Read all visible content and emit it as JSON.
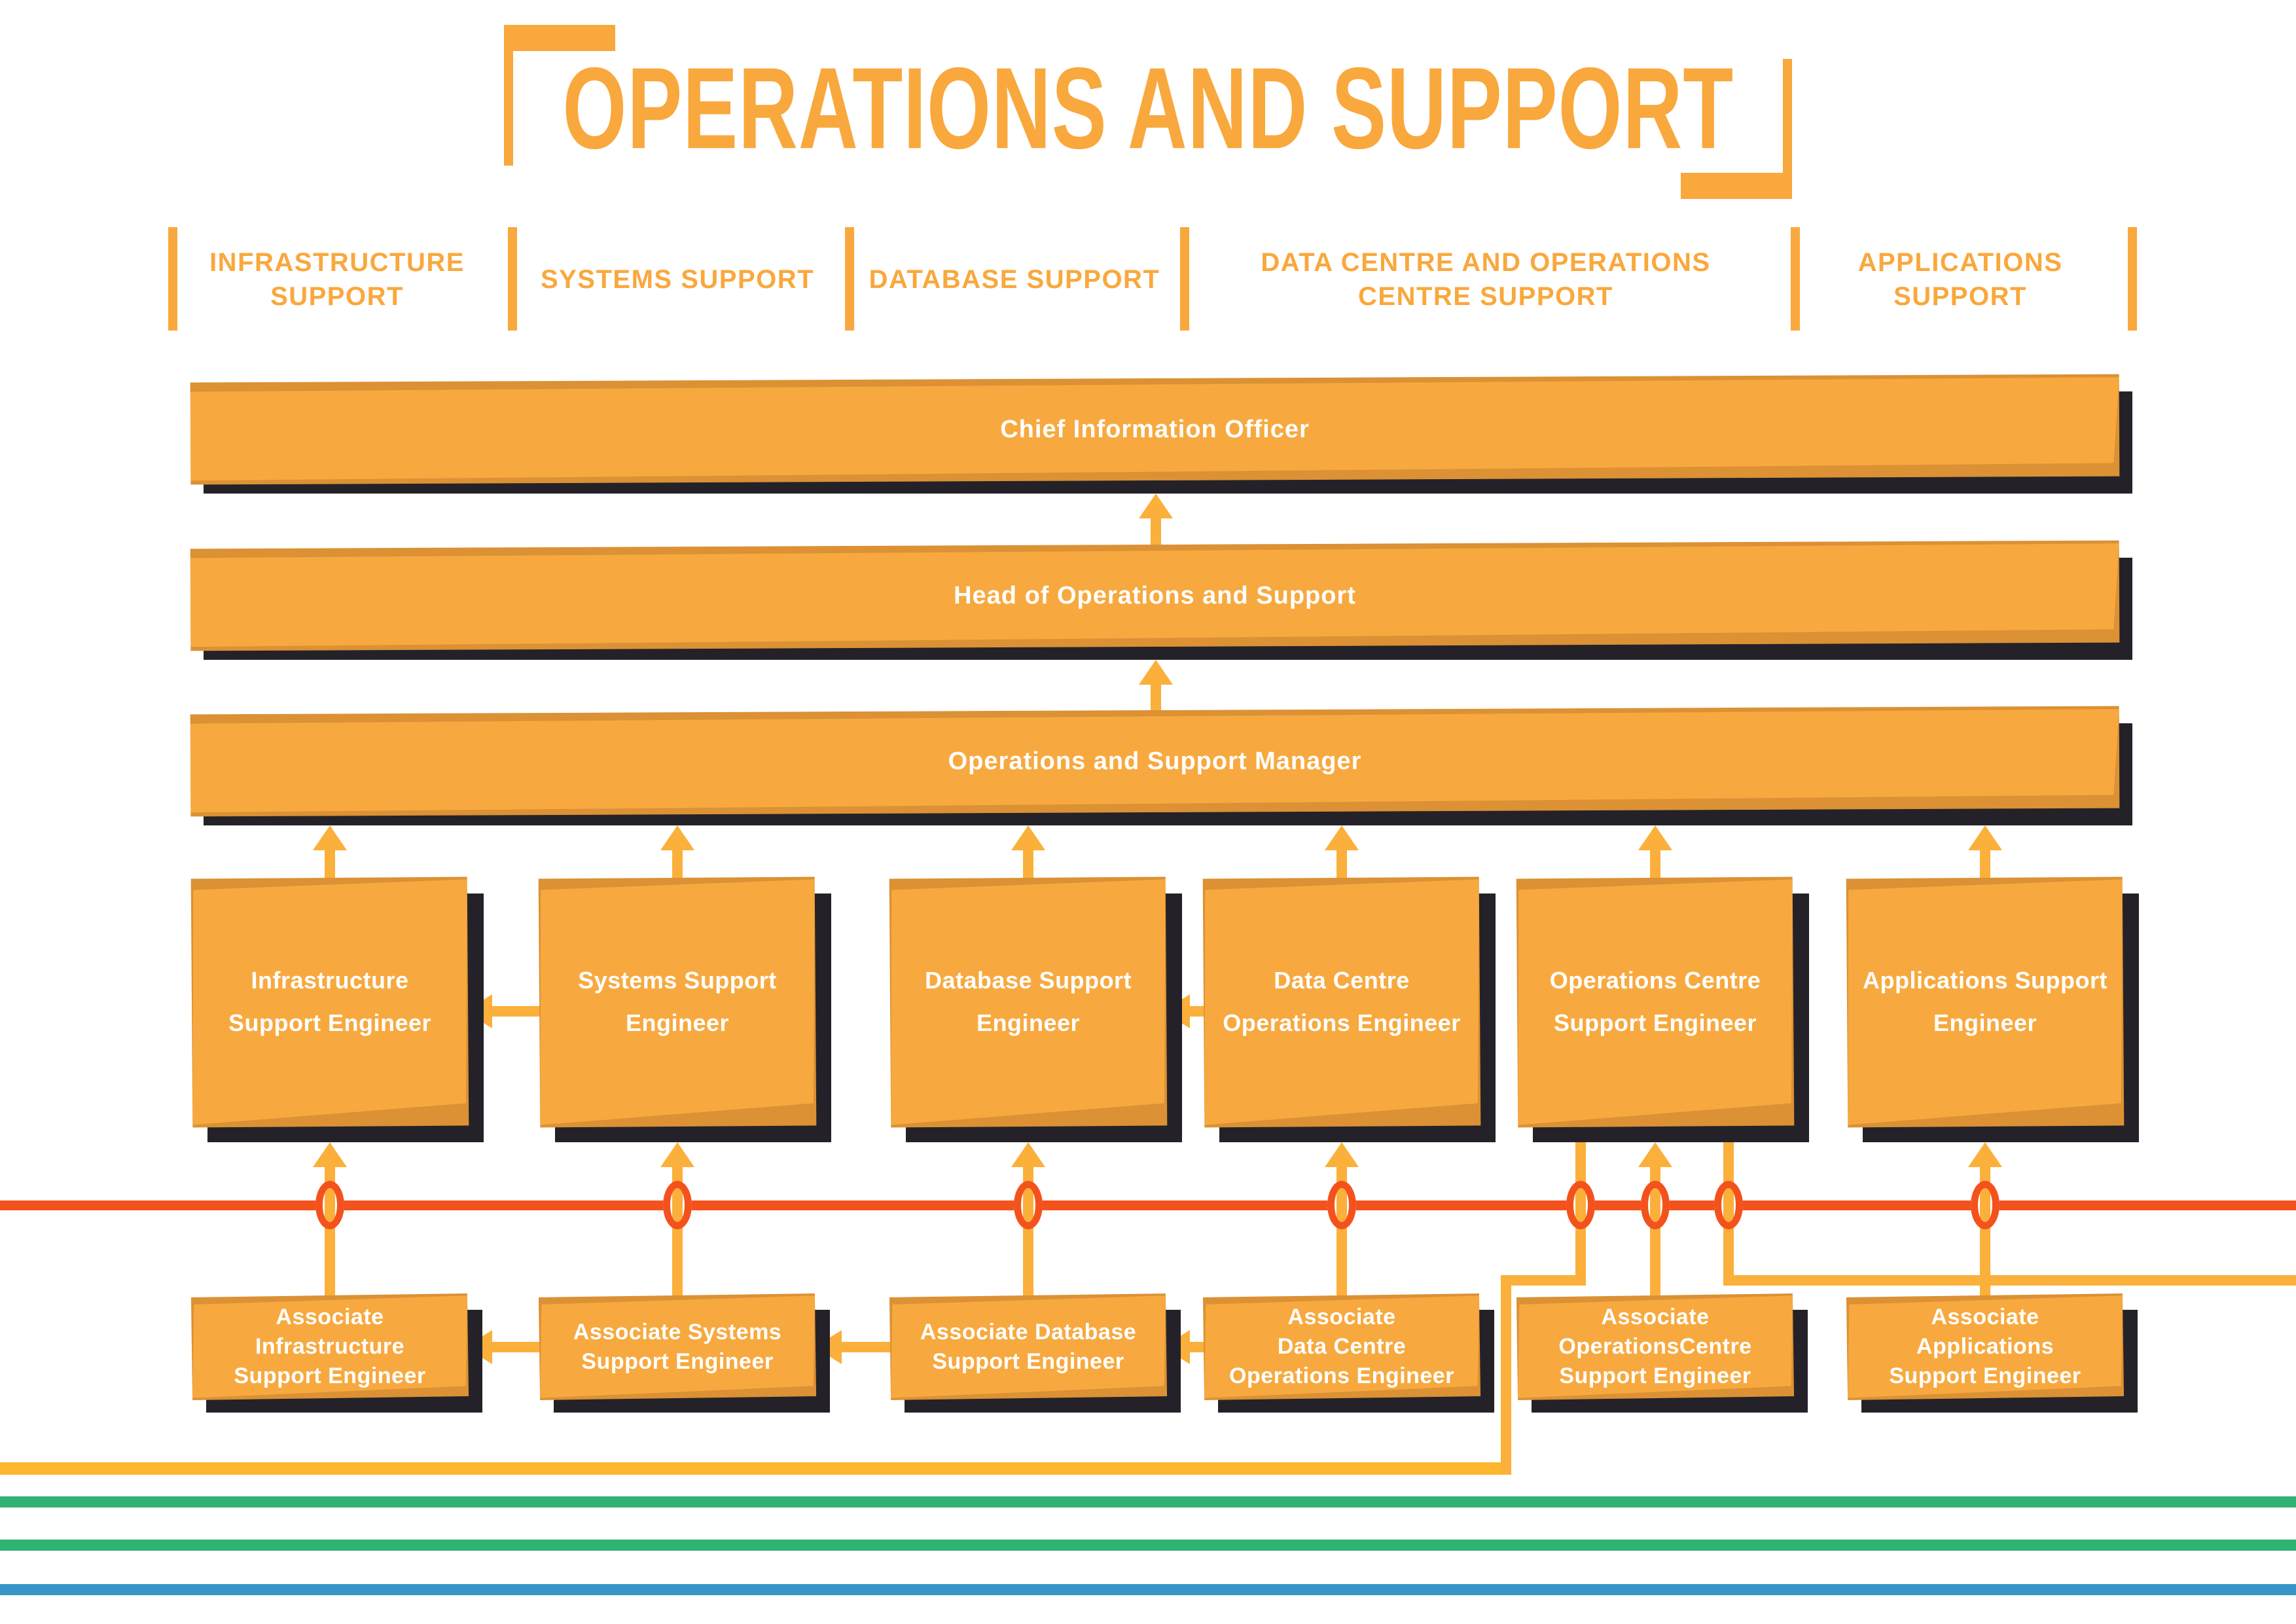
{
  "title": "OPERATIONS AND SUPPORT",
  "columns": [
    {
      "lines": [
        "INFRASTRUCTURE",
        "SUPPORT"
      ]
    },
    {
      "lines": [
        "SYSTEMS SUPPORT"
      ]
    },
    {
      "lines": [
        "DATABASE SUPPORT"
      ]
    },
    {
      "lines": [
        "DATA CENTRE AND OPERATIONS",
        "CENTRE SUPPORT"
      ]
    },
    {
      "lines": [
        "APPLICATIONS",
        "SUPPORT"
      ]
    }
  ],
  "leadership": [
    {
      "label": "Chief Information Officer"
    },
    {
      "label": "Head of Operations and Support"
    },
    {
      "label": "Operations and Support Manager"
    }
  ],
  "engineers": [
    {
      "lines": [
        "Infrastructure",
        "Support Engineer"
      ]
    },
    {
      "lines": [
        "Systems Support",
        "Engineer"
      ]
    },
    {
      "lines": [
        "Database Support",
        "Engineer"
      ]
    },
    {
      "lines": [
        "Data Centre",
        "Operations Engineer"
      ]
    },
    {
      "lines": [
        "Operations Centre",
        "Support Engineer"
      ]
    },
    {
      "lines": [
        "Applications Support",
        "Engineer"
      ]
    }
  ],
  "associates": [
    {
      "lines": [
        "Associate",
        "Infrastructure",
        "Support Engineer"
      ]
    },
    {
      "lines": [
        "Associate Systems",
        "Support Engineer"
      ]
    },
    {
      "lines": [
        "Associate Database",
        "Support Engineer"
      ]
    },
    {
      "lines": [
        "Associate",
        "Data Centre",
        "Operations Engineer"
      ]
    },
    {
      "lines": [
        "Associate",
        "OperationsCentre",
        "Support Engineer"
      ]
    },
    {
      "lines": [
        "Associate",
        "Applications",
        "Support Engineer"
      ]
    }
  ],
  "colors": {
    "orange": "#F7A93F",
    "orange_dark": "#DB9134",
    "title_orange": "#F9A83D",
    "connector_yellow": "#FBB03B",
    "bottom_yellow": "#FDB62E",
    "red_line": "#F4521D",
    "green_line": "#2FB272",
    "blue_line": "#3596C7",
    "shadow": "#242228"
  }
}
